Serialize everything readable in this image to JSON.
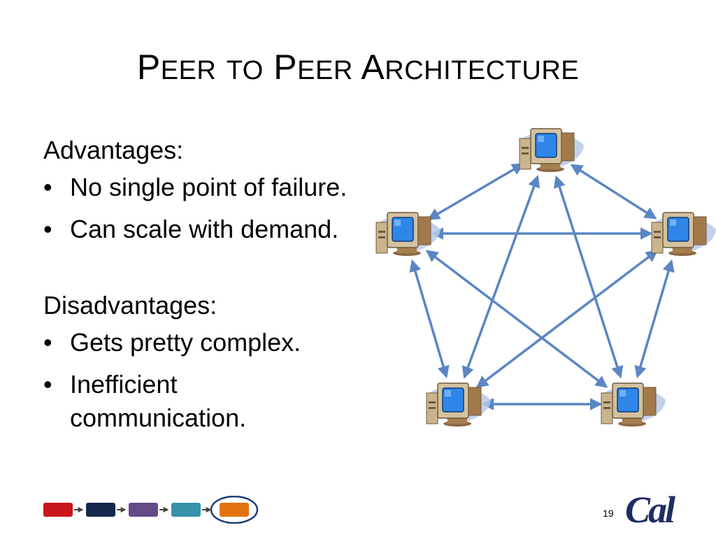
{
  "title": {
    "segments": [
      {
        "first": "P",
        "rest": "EER"
      },
      {
        "first": "",
        "rest": "TO"
      },
      {
        "first": "P",
        "rest": "EER"
      },
      {
        "first": "A",
        "rest": "RCHITECTURE"
      }
    ]
  },
  "advantages": {
    "heading": "Advantages:",
    "items": [
      "No single point of failure.",
      "Can scale with demand."
    ]
  },
  "disadvantages": {
    "heading": "Disadvantages:",
    "items": [
      "Gets pretty complex.",
      "Inefficient communication."
    ]
  },
  "diagram": {
    "type": "network",
    "node_count": 5,
    "icon": "desktop-computer-icon",
    "edges": [
      [
        0,
        1
      ],
      [
        0,
        2
      ],
      [
        0,
        3
      ],
      [
        0,
        4
      ],
      [
        1,
        2
      ],
      [
        1,
        3
      ],
      [
        1,
        4
      ],
      [
        2,
        3
      ],
      [
        2,
        4
      ],
      [
        3,
        4
      ]
    ],
    "arrow_color": "#5a86c3"
  },
  "footer": {
    "page_number": "19",
    "nav_colors": [
      "#c9161c",
      "#14284e",
      "#654b86",
      "#3592a8",
      "#e2720f"
    ],
    "active_index": 4,
    "logo_text": "Cal",
    "logo_color": "#1f2d63"
  }
}
